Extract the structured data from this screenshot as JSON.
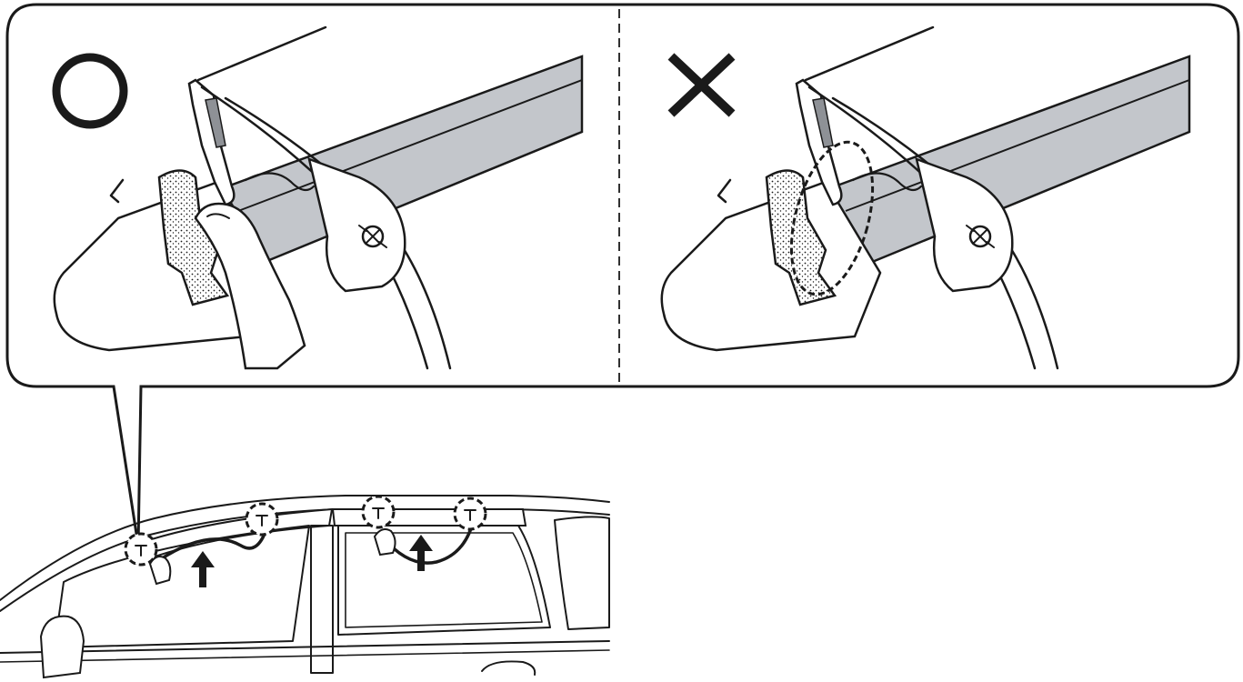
{
  "figure": {
    "kind": "installation-instruction-diagram",
    "panels": [
      {
        "id": "correct",
        "mark": "○",
        "mark_icon": "circle-mark-icon",
        "meaning_icon": "correct-icon"
      },
      {
        "id": "incorrect",
        "mark": "✕",
        "mark_icon": "cross-mark-icon",
        "meaning_icon": "incorrect-icon"
      }
    ],
    "callout_source": "front-pillar-clip-location",
    "car_view": "side-view-left",
    "clip_markers": 4,
    "push_arrows": 2,
    "colors": {
      "ink": "#1a1a1a",
      "gray_channel": "#c3c6cb",
      "gray_dark": "#8e9196",
      "background": "#ffffff"
    }
  }
}
